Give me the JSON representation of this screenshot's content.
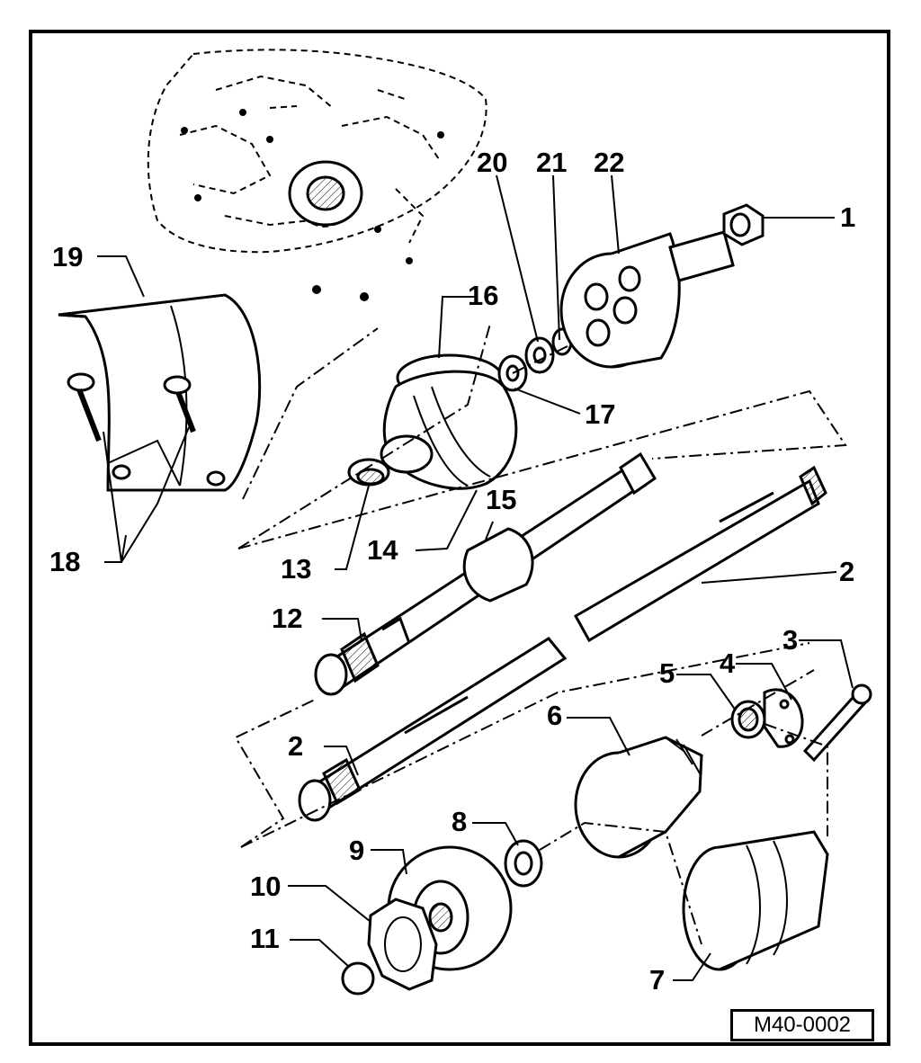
{
  "diagram": {
    "reference_code": "M40-0002",
    "callouts": [
      "1",
      "2",
      "2",
      "3",
      "4",
      "5",
      "6",
      "7",
      "8",
      "9",
      "10",
      "11",
      "12",
      "13",
      "14",
      "15",
      "16",
      "17",
      "18",
      "19",
      "20",
      "21",
      "22"
    ],
    "parts": [
      {
        "id": "1",
        "icon": "nut"
      },
      {
        "id": "2",
        "icon": "drive-shaft"
      },
      {
        "id": "3",
        "icon": "bolt"
      },
      {
        "id": "4",
        "icon": "clamp-plate"
      },
      {
        "id": "5",
        "icon": "clamp-ring"
      },
      {
        "id": "6",
        "icon": "boot"
      },
      {
        "id": "7",
        "icon": "boot"
      },
      {
        "id": "8",
        "icon": "dished-washer"
      },
      {
        "id": "9",
        "icon": "cv-joint"
      },
      {
        "id": "10",
        "icon": "cover-cap"
      },
      {
        "id": "11",
        "icon": "circlip"
      },
      {
        "id": "12",
        "icon": "drive-shaft"
      },
      {
        "id": "13",
        "icon": "clamp"
      },
      {
        "id": "14",
        "icon": "boot"
      },
      {
        "id": "15",
        "icon": "vibration-damper"
      },
      {
        "id": "16",
        "icon": "clamp"
      },
      {
        "id": "17",
        "icon": "dished-washer"
      },
      {
        "id": "18",
        "icon": "bolt"
      },
      {
        "id": "19",
        "icon": "heat-shield"
      },
      {
        "id": "20",
        "icon": "thrust-washer"
      },
      {
        "id": "21",
        "icon": "circlip"
      },
      {
        "id": "22",
        "icon": "outer-cv-joint"
      }
    ]
  }
}
